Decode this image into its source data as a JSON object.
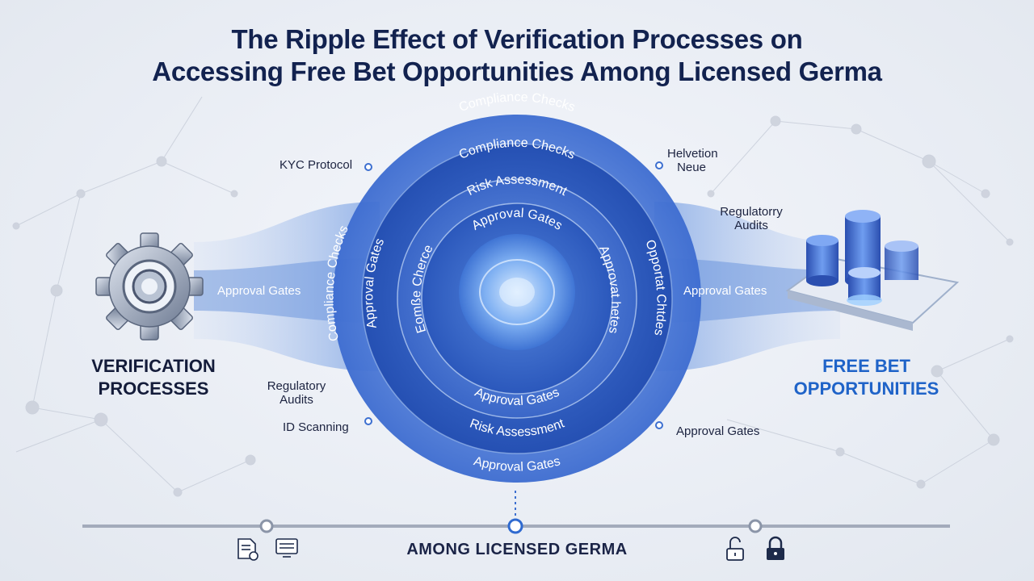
{
  "title": {
    "line1": "The Ripple Effect of Verification Processes on",
    "line2": "Accessing Free Bet Opportunities Among Licensed Germa"
  },
  "left": {
    "label_line1": "VERIFICATION",
    "label_line2": "PROCESSES",
    "stream_label": "Approval Gates"
  },
  "right": {
    "label_line1": "FREE BET",
    "label_line2": "OPPORTUNITIES",
    "stream_label": "Approval Gates"
  },
  "rings": {
    "outer_top": "Compliance Checks",
    "outer_bottom": "Approval Gates",
    "outer_left": "Compliance Checks",
    "outer_right": "Opportat Chtdes",
    "second_top": "Compliance Checks",
    "second_bottom": "Risk Assessment",
    "second_left": "Approval Gates",
    "second_right": "Approvat hetes",
    "third_top": "Risk Assessment",
    "third_bottom": "Approval Gates",
    "third_left": "Eomße Cherce",
    "inner_top": "Approval Gates"
  },
  "callouts": {
    "kyc": "KYC Protocol",
    "helvetica_line1": "Helvetion",
    "helvetica_line2": "Neue",
    "reg_right_line1": "Regulatorry",
    "reg_right_line2": "Audits",
    "reg_left_line1": "Regulatory",
    "reg_left_line2": "Audits",
    "id": "ID Scanning",
    "approval_right": "Approval Gates"
  },
  "bottom": {
    "title": "AMONG LICENSED GERMA"
  },
  "icons": [
    "gear-icon",
    "casino-chips-icon",
    "document-check-icon",
    "monitor-icon",
    "lock-open-icon",
    "lock-closed-icon"
  ],
  "colors": {
    "navy": "#12224f",
    "blue": "#1f63c8",
    "ring_dark": "#2c55b8",
    "ring_light": "#7fa6e6"
  }
}
